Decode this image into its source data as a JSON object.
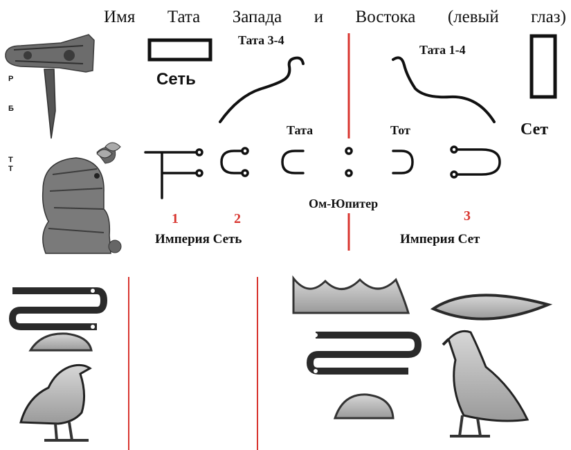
{
  "header": {
    "words": [
      "Имя",
      "Тата",
      "Запада",
      "и",
      "Востока",
      "(левый",
      "глаз)"
    ]
  },
  "labels": {
    "set_net": "Сеть",
    "set_east": "Сет",
    "tata_34": "Тата 3-4",
    "tata_14": "Тата 1-4",
    "tata": "Тата",
    "tot": "Тот",
    "om_jupiter": "Ом-Юпитер",
    "empire_net": "Империя Сеть",
    "empire_set": "Империя Сет",
    "num_1": "1",
    "num_2": "2",
    "num_3": "3"
  },
  "side_letters": {
    "r": "Р",
    "b": "Б",
    "t1": "Т",
    "t2": "Т"
  },
  "colors": {
    "accent_red": "#d8352f",
    "ink": "#111111",
    "stone_light": "#c9c9c9",
    "stone_dark": "#4a4a4a"
  },
  "icons": {
    "staff_relief": "staff-hieroglyph-icon",
    "figure_relief": "seated-figure-relief-icon",
    "net_rectangle": "net-rectangle-icon",
    "set_rectangle": "set-vertical-rectangle-icon",
    "snake_left": "snake-curve-left-icon",
    "snake_right": "snake-curve-right-icon",
    "tether_glyphs": "tether-loop-glyph-icon",
    "crown_glyph": "crown-hieroglyph-icon",
    "mouth_glyph": "mouth-hieroglyph-icon",
    "bread_glyph": "bread-loaf-hieroglyph-icon",
    "bird_glyph": "bird-hieroglyph-icon"
  }
}
